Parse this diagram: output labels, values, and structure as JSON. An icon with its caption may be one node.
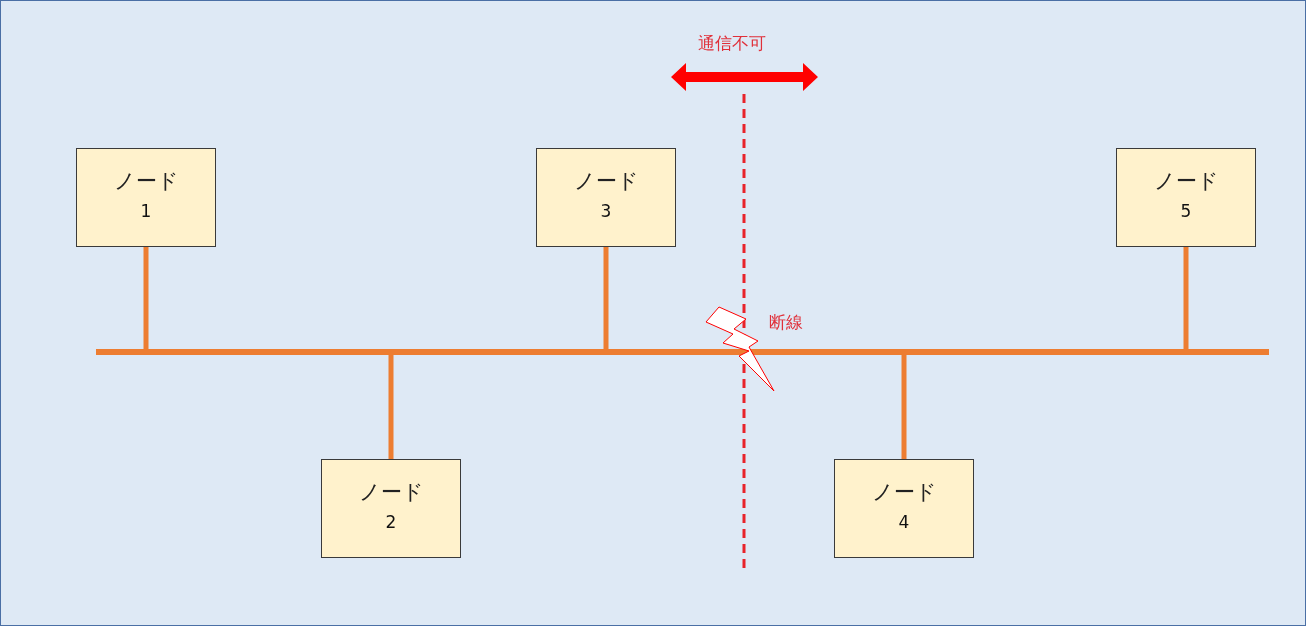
{
  "diagram": {
    "nodes": [
      {
        "text": [
          "ノード",
          "1"
        ]
      },
      {
        "text": [
          "ノード",
          "2"
        ]
      },
      {
        "text": [
          "ノード",
          "3"
        ]
      },
      {
        "text": [
          "ノード",
          "4"
        ]
      },
      {
        "text": [
          "ノード",
          "5"
        ]
      },
      {
        "text": [],
        "shape": "bar"
      }
    ],
    "edges": [
      {
        "from": 0,
        "to": 5,
        "arrow": "none"
      },
      {
        "from": 1,
        "to": 5,
        "arrow": "none"
      },
      {
        "from": 2,
        "to": 5,
        "arrow": "none"
      },
      {
        "from": 3,
        "to": 5,
        "arrow": "none"
      },
      {
        "from": 4,
        "to": 5,
        "arrow": "none"
      }
    ],
    "labels": [
      "通信不可",
      "断線"
    ]
  }
}
